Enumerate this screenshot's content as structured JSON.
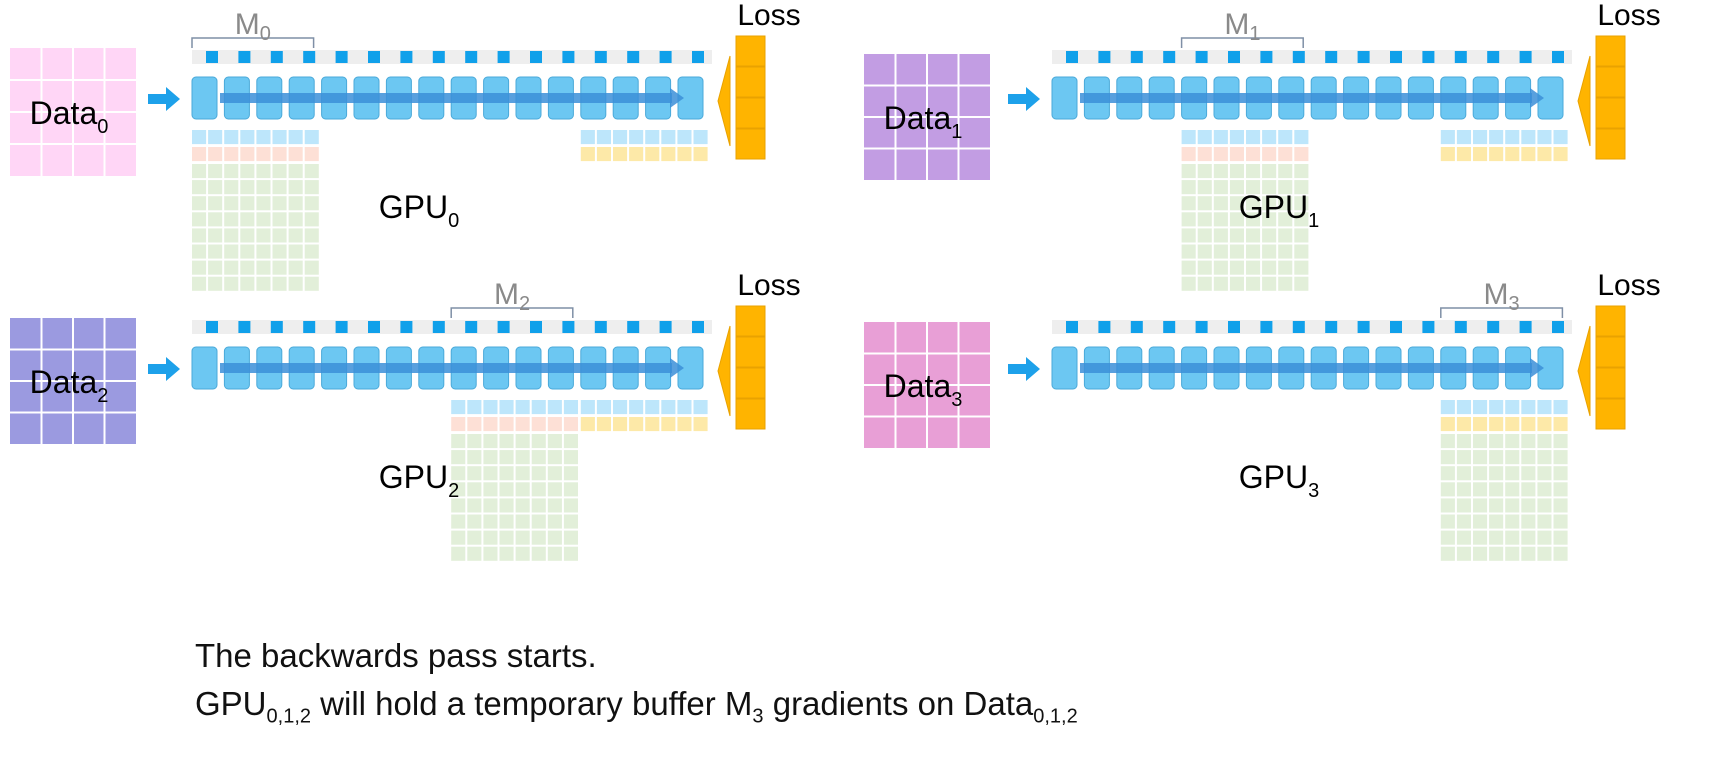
{
  "colors": {
    "layer_fill": "#6cc7f2",
    "layer_stroke": "#4aa9d9",
    "flow_arrow": "#3b8fd8",
    "param_dot": "#10a0ea",
    "param_track": "#eeeeee",
    "input_arrow": "#1da1ea",
    "loss_fill": "#ffb400",
    "loss_stroke": "#e9a200",
    "buffer_blue": "#bde6fb",
    "buffer_pink": "#fde0d6",
    "buffer_yellow": "#fde9a8",
    "buffer_green": "#e2efd9",
    "bracket": "#7f8fa6",
    "bracket_label": "#8a8a8a"
  },
  "gpus": [
    {
      "data_label": "Data",
      "data_sub": "0",
      "data_color": "#ffd6f6",
      "gpu_label": "GPU",
      "gpu_sub": "0",
      "shard_label": "M",
      "shard_sub": "0",
      "shard_index": 0,
      "loss_label": "Loss",
      "shard_buffer": "Pink",
      "tail_buffer": "Yellow"
    },
    {
      "data_label": "Data",
      "data_sub": "1",
      "data_color": "#c29de3",
      "gpu_label": "GPU",
      "gpu_sub": "1",
      "shard_label": "M",
      "shard_sub": "1",
      "shard_index": 1,
      "loss_label": "Loss",
      "shard_buffer": "Pink",
      "tail_buffer": "Yellow"
    },
    {
      "data_label": "Data",
      "data_sub": "2",
      "data_color": "#9b9ae0",
      "gpu_label": "GPU",
      "gpu_sub": "2",
      "shard_label": "M",
      "shard_sub": "2",
      "shard_index": 2,
      "loss_label": "Loss",
      "shard_buffer": "Pink",
      "tail_buffer": "Yellow"
    },
    {
      "data_label": "Data",
      "data_sub": "3",
      "data_color": "#e89fd6",
      "gpu_label": "GPU",
      "gpu_sub": "3",
      "shard_label": "M",
      "shard_sub": "3",
      "shard_index": 3,
      "loss_label": "Loss",
      "shard_buffer": "Yellow",
      "tail_buffer": "Yellow"
    }
  ],
  "caption": {
    "line1": "The backwards pass starts.",
    "line2": {
      "gpu": "GPU",
      "gpu_sub": "0,1,2",
      "text_a": " will hold a temporary buffer M",
      "m_sub": "3",
      "text_b": " gradients on Data",
      "data_sub": "0,1,2"
    }
  }
}
